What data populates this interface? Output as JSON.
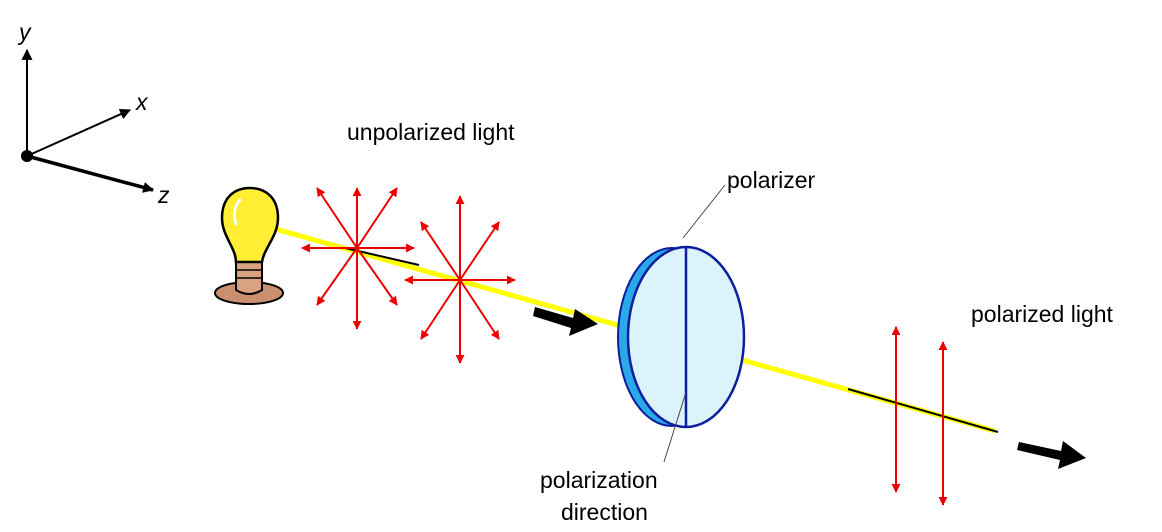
{
  "axes": {
    "x_label": "x",
    "y_label": "y",
    "z_label": "z"
  },
  "labels": {
    "unpolarized": "unpolarized light",
    "polarizer": "polarizer",
    "polarized": "polarized light",
    "direction_line1": "polarization",
    "direction_line2": "direction"
  },
  "colors": {
    "beam": "#ffff00",
    "field_arrows": "#ee0000",
    "polarizer_fill": "#ddf3fc",
    "polarizer_edge": "#2aa8e8",
    "polarizer_outline": "#0a1e9e",
    "bulb": "#ffee33",
    "bulb_base": "#c98f6e"
  },
  "icons": {
    "light_source": "light-bulb-icon",
    "propagation": "direction-arrow-icon"
  }
}
